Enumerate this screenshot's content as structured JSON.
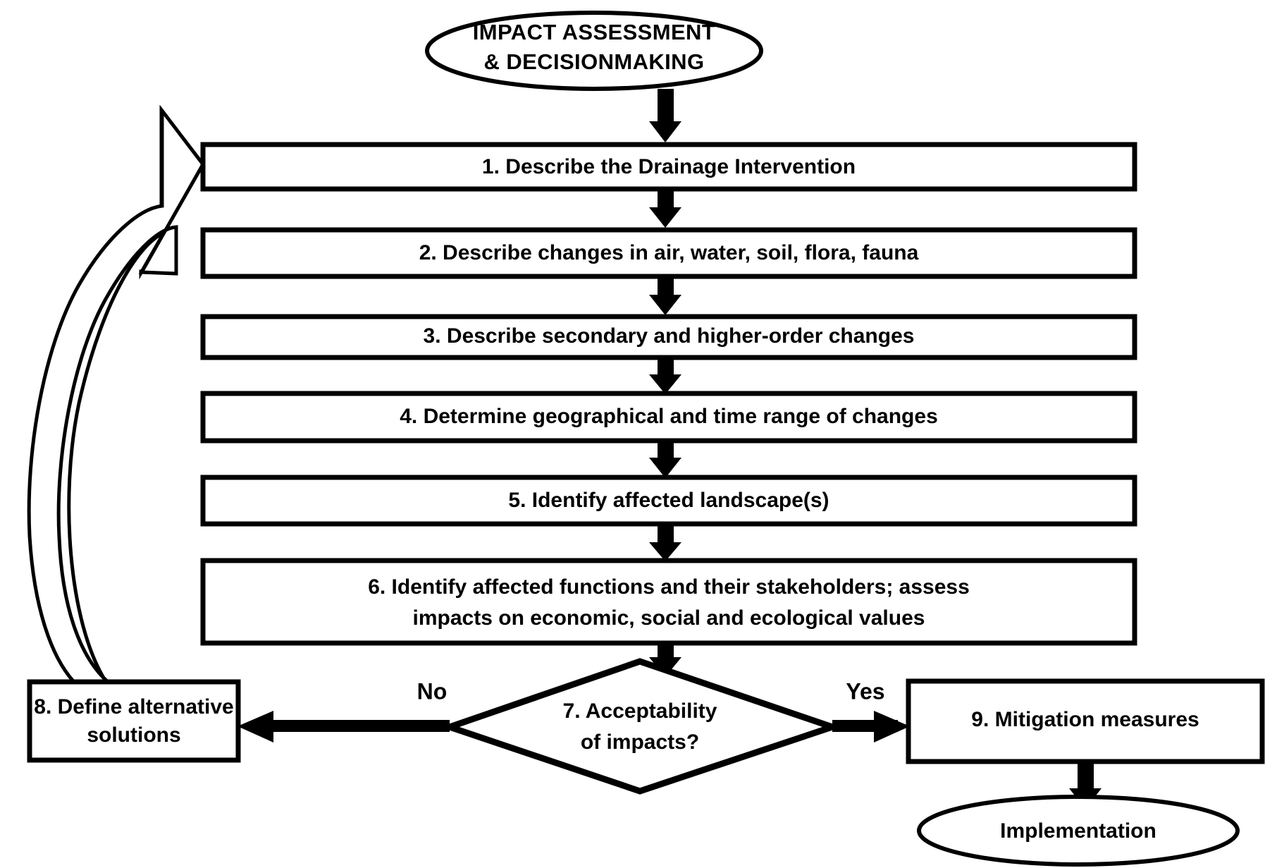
{
  "diagram": {
    "title": "Impact Assessment & Decisionmaking Flowchart",
    "type": "flowchart",
    "colors": {
      "stroke": "#000000",
      "fill": "#ffffff",
      "text": "#000000"
    },
    "start": {
      "id": "start",
      "shape": "ellipse",
      "line1": "IMPACT ASSESSMENT",
      "line2": "& DECISIONMAKING"
    },
    "steps": [
      {
        "id": "step-1",
        "number": "1.",
        "shape": "rectangle",
        "line1": "1. Describe the Drainage Intervention",
        "line2": ""
      },
      {
        "id": "step-2",
        "number": "2.",
        "shape": "rectangle",
        "line1": "2. Describe changes in air, water, soil,  flora, fauna",
        "line2": ""
      },
      {
        "id": "step-3",
        "number": "3.",
        "shape": "rectangle",
        "line1": "3. Describe secondary and higher-order changes",
        "line2": ""
      },
      {
        "id": "step-4",
        "number": "4.",
        "shape": "rectangle",
        "line1": "4. Determine geographical and time range of changes",
        "line2": ""
      },
      {
        "id": "step-5",
        "number": "5.",
        "shape": "rectangle",
        "line1": "5. Identify affected landscape(s)",
        "line2": ""
      },
      {
        "id": "step-6",
        "number": "6.",
        "shape": "rectangle",
        "line1": "6. Identify affected functions and their stakeholders; assess",
        "line2": "impacts on economic, social and ecological values"
      }
    ],
    "decision": {
      "id": "step-7",
      "shape": "diamond",
      "line1": "7. Acceptability",
      "line2": "of impacts?"
    },
    "branch_no": {
      "id": "step-8",
      "shape": "rectangle",
      "label": "No",
      "line1": "8. Define alternative",
      "line2": "solutions"
    },
    "branch_yes": {
      "id": "step-9",
      "shape": "rectangle",
      "label": "Yes",
      "line1": "9. Mitigation measures",
      "line2": ""
    },
    "end": {
      "id": "implementation",
      "shape": "ellipse",
      "line1": "Implementation"
    },
    "feedback": {
      "id": "feedback-loop",
      "description": "curved hollow arrow from step 8 back to step 1"
    }
  }
}
